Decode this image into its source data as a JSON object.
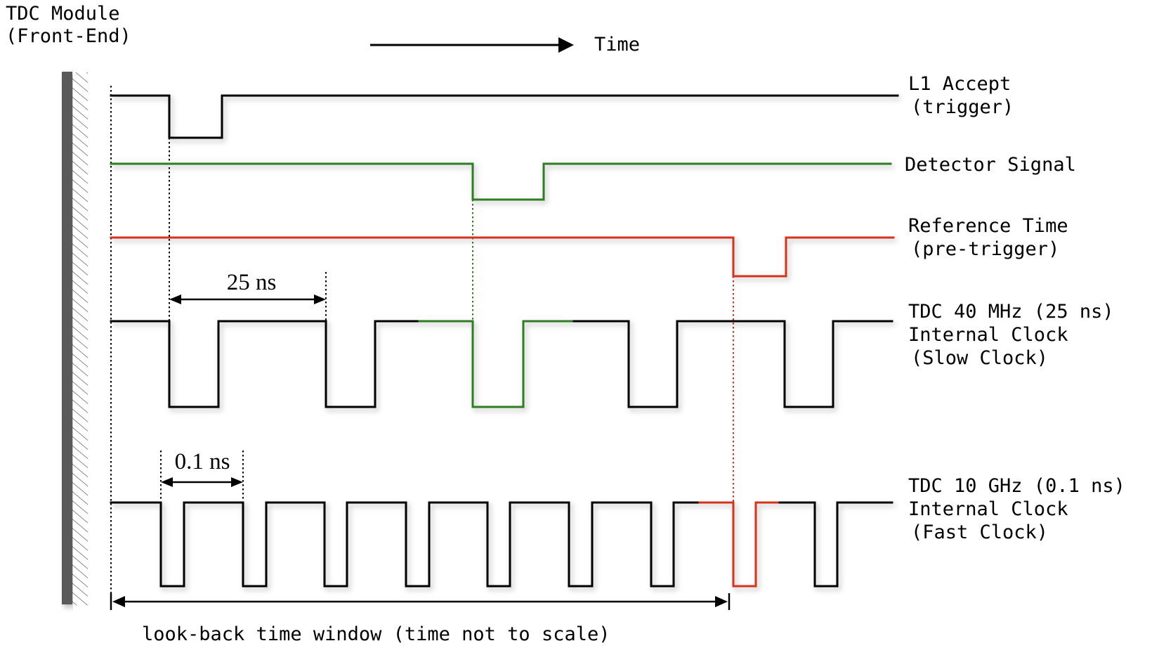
{
  "module": {
    "line1": "TDC Module",
    "line2": "(Front-End)"
  },
  "time_axis": {
    "label": "Time"
  },
  "signals": {
    "l1": {
      "line1": "L1 Accept",
      "line2": "(trigger)"
    },
    "detector": {
      "line1": "Detector Signal"
    },
    "reference": {
      "line1": "Reference Time",
      "line2": "(pre-trigger)"
    },
    "slow": {
      "line1": "TDC 40 MHz (25 ns)",
      "line2": "Internal Clock",
      "line3": "(Slow Clock)"
    },
    "fast": {
      "line1": "TDC 10 GHz (0.1 ns)",
      "line2": "Internal Clock",
      "line3": "(Fast Clock)"
    }
  },
  "annotations": {
    "slow_period": "25 ns",
    "fast_period": "0.1 ns",
    "window": "look-back time window (time not to scale)"
  },
  "colors": {
    "trigger": "#000000",
    "detector": "#2e7d22",
    "reference": "#d9321f",
    "clock": "#000000",
    "wall": "#5a5a5a"
  }
}
